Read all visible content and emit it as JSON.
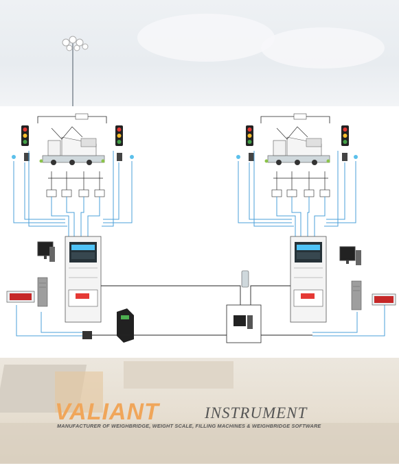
{
  "brand": {
    "name_part1": "VALIANT",
    "name_part2": "INSTRUMENT",
    "tagline": "MANUFACTURER OF WEIGHBRIDGE, WEIGHT SCALE, FILLING MACHINES & WEIGHBRIDGE SOFTWARE"
  },
  "colors": {
    "accent": "#f0a65a",
    "wire": "#4a9fd8",
    "line": "#222222"
  }
}
